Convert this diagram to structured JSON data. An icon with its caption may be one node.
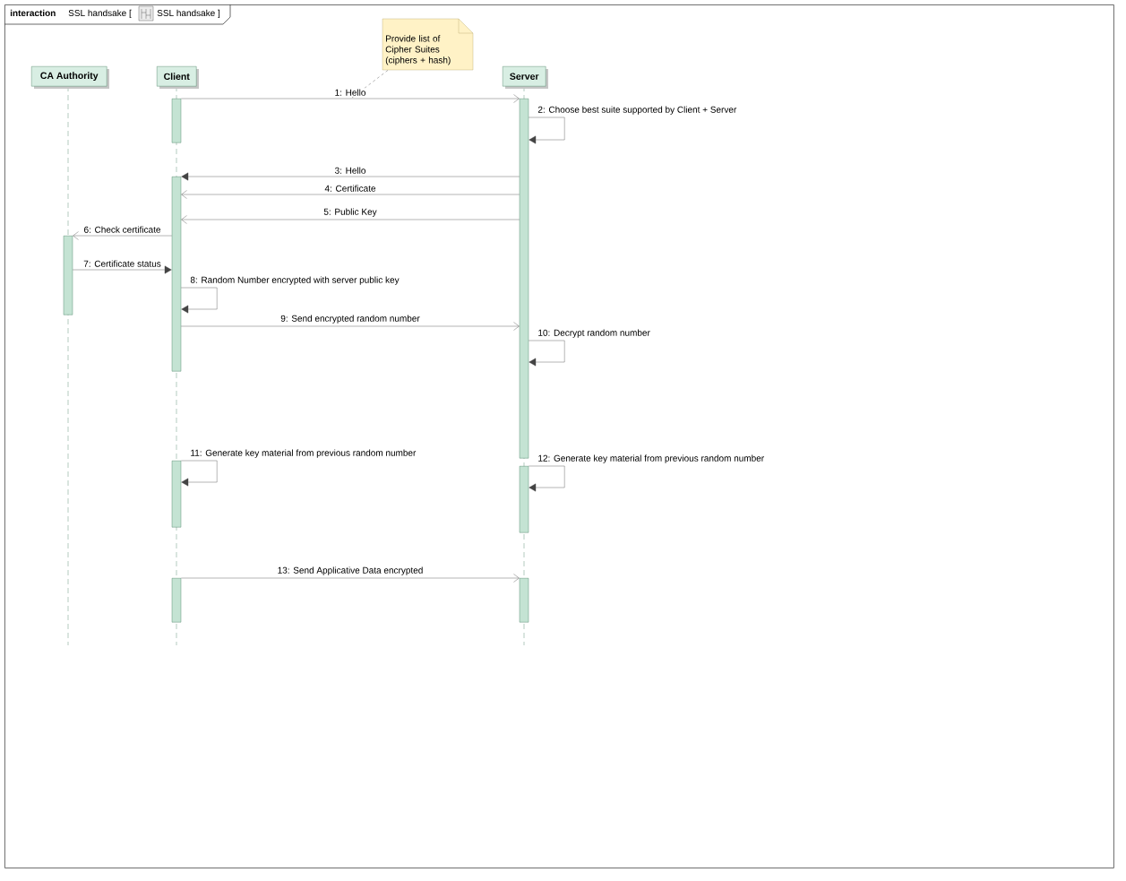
{
  "diagram": {
    "nodes": [
      {
        "text": [
          "interaction",
          "SSL handsake [",
          "SSL handsake ]"
        ]
      },
      {
        "text": [
          "CA Authority"
        ],
        "in": 0
      },
      {
        "text": [
          "Client"
        ],
        "in": 0
      },
      {
        "text": [
          "Server"
        ],
        "in": 0
      },
      {
        "text": [
          "Provide list of Cipher Suites (ciphers + hash)"
        ],
        "in": 0
      },
      {
        "text": [],
        "shape": "bar",
        "in": 0
      },
      {
        "text": [],
        "shape": "bar",
        "in": 0
      },
      {
        "text": [],
        "shape": "bar",
        "in": 0
      },
      {
        "text": [],
        "shape": "bar",
        "in": 0
      },
      {
        "text": [],
        "shape": "bar",
        "in": 0
      },
      {
        "text": [],
        "shape": "bar",
        "in": 0
      },
      {
        "text": [],
        "shape": "bar",
        "in": 0
      },
      {
        "text": [],
        "shape": "bar",
        "in": 0
      }
    ],
    "edges": [
      {
        "from": 6,
        "to": 10,
        "arrow": "to",
        "label": "1: Hello"
      },
      {
        "from": 10,
        "to": 10,
        "arrow": "to",
        "label": "2: Choose best suite supported by Client + Server"
      },
      {
        "from": 10,
        "to": 7,
        "arrow": "to",
        "label": "3: Hello"
      },
      {
        "from": 10,
        "to": 7,
        "arrow": "to",
        "label": "4: Certificate"
      },
      {
        "from": 10,
        "to": 7,
        "arrow": "to",
        "label": "5: Public Key"
      },
      {
        "from": 7,
        "to": 5,
        "arrow": "to",
        "label": "6: Check certificate"
      },
      {
        "from": 5,
        "to": 7,
        "arrow": "to",
        "label": "7: Certificate status"
      },
      {
        "from": 7,
        "to": 7,
        "arrow": "to",
        "label": "8: Random Number encrypted with server public key"
      },
      {
        "from": 7,
        "to": 10,
        "arrow": "to",
        "label": "9: Send encrypted random number"
      },
      {
        "from": 10,
        "to": 10,
        "arrow": "to",
        "label": "10: Decrypt random number"
      },
      {
        "from": 8,
        "to": 8,
        "arrow": "to",
        "label": "11: Generate key material from previous random number"
      },
      {
        "from": 11,
        "to": 11,
        "arrow": "to",
        "label": "12: Generate key material from previous random number"
      },
      {
        "from": 9,
        "to": 12,
        "arrow": "to",
        "label": "13: Send Applicative Data encrypted"
      },
      {
        "from": 4,
        "to": null,
        "arrow": "none",
        "style": "dashed"
      }
    ]
  }
}
